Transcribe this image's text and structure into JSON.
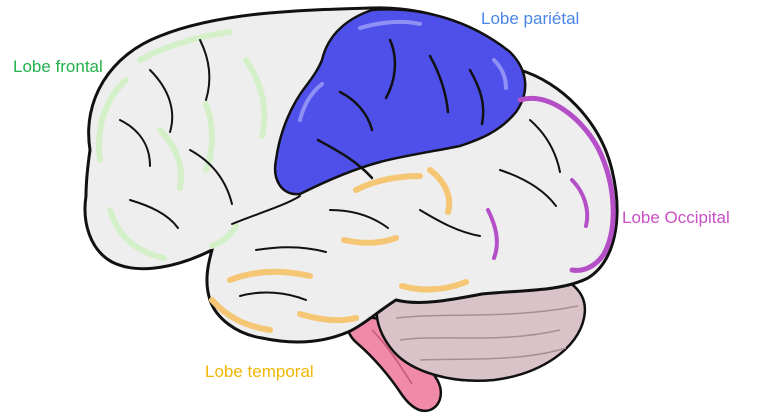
{
  "labels": {
    "frontal": "Lobe frontal",
    "parietal": "Lobe pariétal",
    "occipital": "Lobe Occipital",
    "temporal": "Lobe temporal"
  },
  "colors": {
    "frontal": "#22b24c",
    "parietal": "#4a86e8",
    "occipital": "#c94fc4",
    "temporal": "#f2b705",
    "parietal_fill": "#4f50ea",
    "occipital_fill": "#b44fc8",
    "temporal_fill": "#f5c774",
    "frontal_fill": "#d4f0c8",
    "brain_fill": "#eeeeee",
    "cerebellum_fill": "#d9c3c8",
    "brainstem_fill": "#f08aa8",
    "outline": "#111111"
  }
}
